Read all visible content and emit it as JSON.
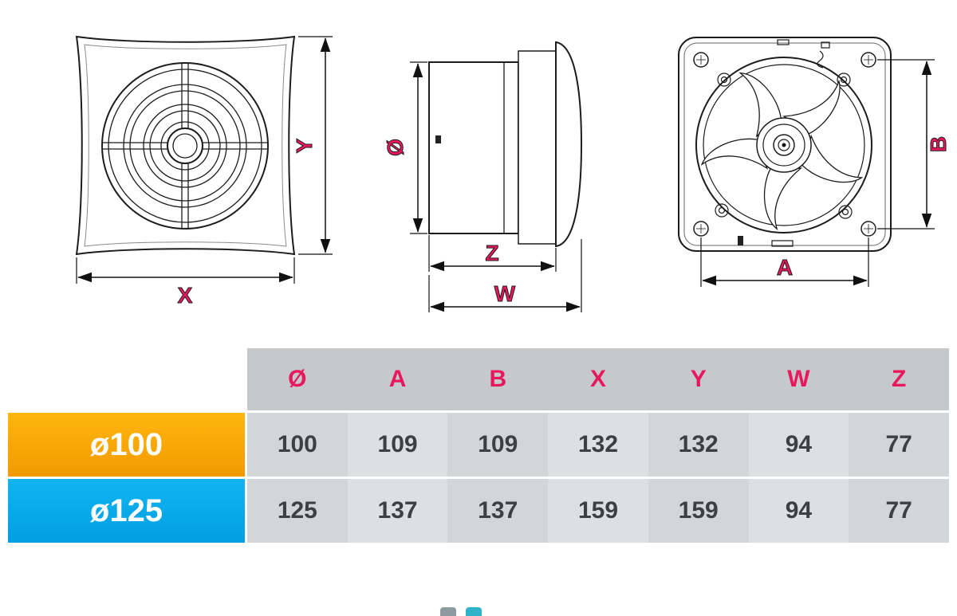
{
  "colors": {
    "dimension_label": "#e8185c",
    "table_header_bg": "#c5c9cc",
    "cell_dark": "#d2d6d9",
    "cell_light": "#dde0e3",
    "row100_bg": "#f7a400",
    "row125_bg": "#00aeef",
    "value_text": "#3b4045",
    "row_label_text": "#ffffff",
    "line_color": "#1c1c1c"
  },
  "diagram": {
    "front_view": {
      "dim_horizontal": "X",
      "dim_vertical": "Y"
    },
    "side_view": {
      "dim_diameter": "Ø",
      "dim_inner_depth": "Z",
      "dim_total_depth": "W"
    },
    "back_view": {
      "dim_horizontal": "A",
      "dim_vertical": "B"
    }
  },
  "table": {
    "headers": [
      "Ø",
      "A",
      "B",
      "X",
      "Y",
      "W",
      "Z"
    ],
    "rows": [
      {
        "label": "ø100",
        "values": [
          "100",
          "109",
          "109",
          "132",
          "132",
          "94",
          "77"
        ]
      },
      {
        "label": "ø125",
        "values": [
          "125",
          "137",
          "137",
          "159",
          "159",
          "94",
          "77"
        ]
      }
    ]
  }
}
